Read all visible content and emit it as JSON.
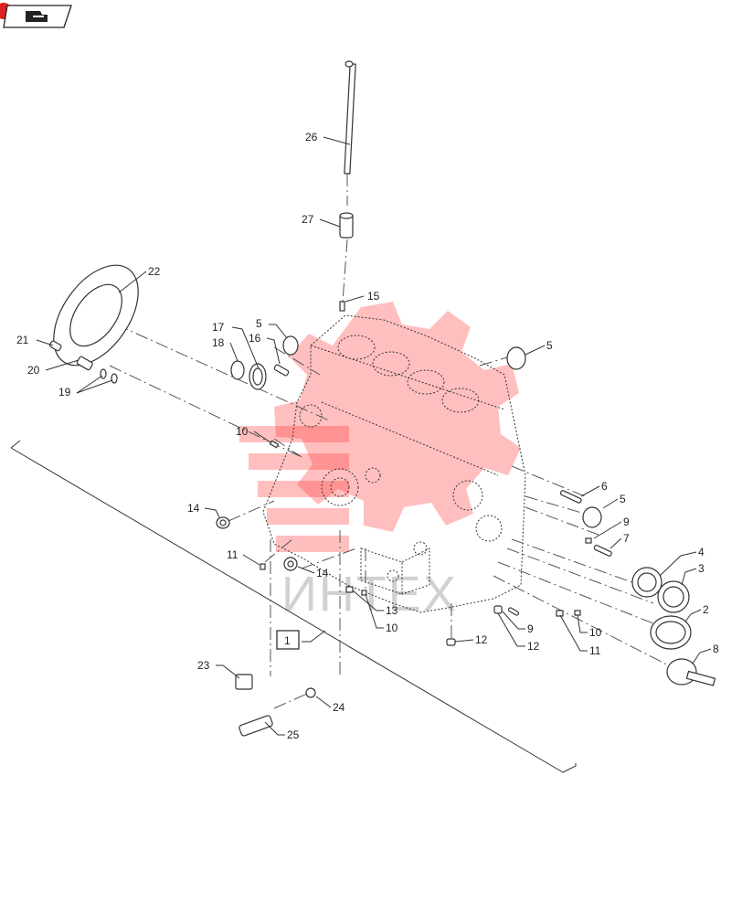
{
  "toolbar": {
    "icon": "book-link-icon",
    "badge_color": "#e02020"
  },
  "watermark": {
    "text": "ИНТЕХ",
    "color": "#ff2b2b"
  },
  "reference_box": {
    "label": "1"
  },
  "callouts": [
    {
      "id": "c26",
      "text": "26"
    },
    {
      "id": "c27",
      "text": "27"
    },
    {
      "id": "c22",
      "text": "22"
    },
    {
      "id": "c15",
      "text": "15"
    },
    {
      "id": "c21",
      "text": "21"
    },
    {
      "id": "c20",
      "text": "20"
    },
    {
      "id": "c19",
      "text": "19"
    },
    {
      "id": "c17",
      "text": "17"
    },
    {
      "id": "c18",
      "text": "18"
    },
    {
      "id": "c16",
      "text": "16"
    },
    {
      "id": "c5a",
      "text": "5"
    },
    {
      "id": "c5b",
      "text": "5"
    },
    {
      "id": "c10a",
      "text": "10"
    },
    {
      "id": "c14a",
      "text": "14"
    },
    {
      "id": "c11a",
      "text": "11"
    },
    {
      "id": "c14b",
      "text": "14"
    },
    {
      "id": "c6",
      "text": "6"
    },
    {
      "id": "c5c",
      "text": "5"
    },
    {
      "id": "c9a",
      "text": "9"
    },
    {
      "id": "c7",
      "text": "7"
    },
    {
      "id": "c4",
      "text": "4"
    },
    {
      "id": "c3",
      "text": "3"
    },
    {
      "id": "c2",
      "text": "2"
    },
    {
      "id": "c8",
      "text": "8"
    },
    {
      "id": "c13",
      "text": "13"
    },
    {
      "id": "c10b",
      "text": "10"
    },
    {
      "id": "c9b",
      "text": "9"
    },
    {
      "id": "c10c",
      "text": "10"
    },
    {
      "id": "c12a",
      "text": "12"
    },
    {
      "id": "c12b",
      "text": "12"
    },
    {
      "id": "c11b",
      "text": "11"
    },
    {
      "id": "c23",
      "text": "23"
    },
    {
      "id": "c24",
      "text": "24"
    },
    {
      "id": "c25",
      "text": "25"
    }
  ]
}
